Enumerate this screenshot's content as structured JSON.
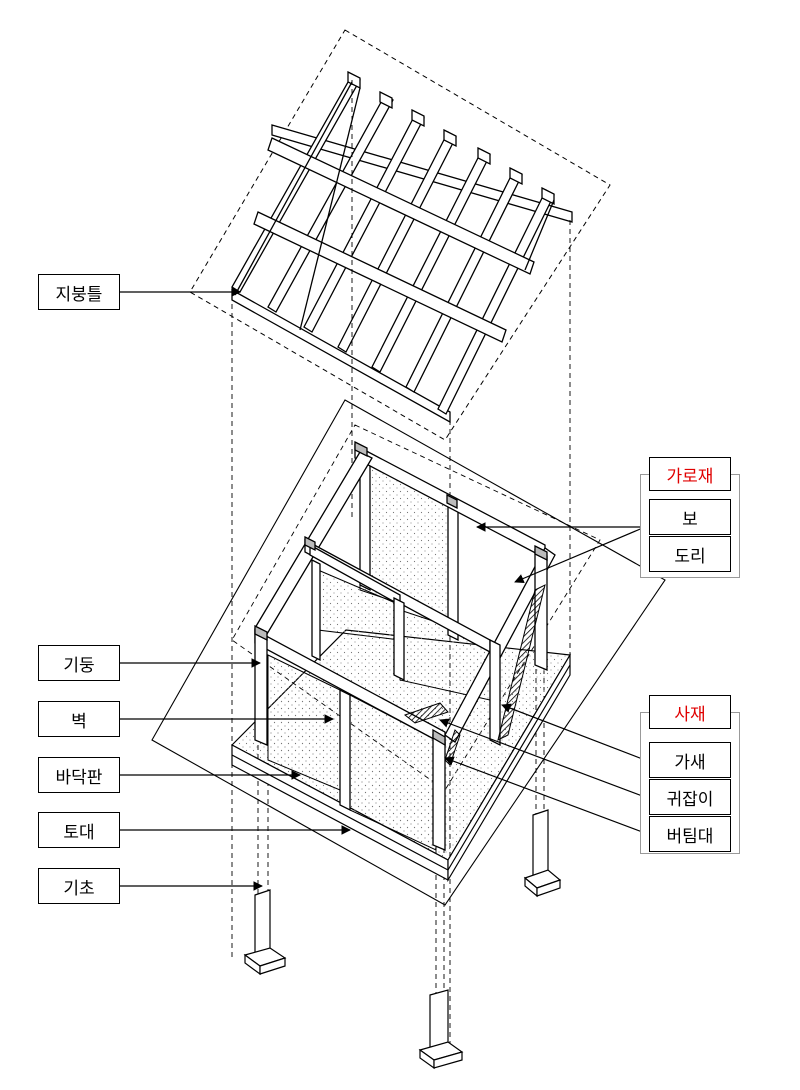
{
  "labels_left": {
    "roof": "지붕틀",
    "column": "기둥",
    "wall": "벽",
    "floor": "바닥판",
    "sill": "토대",
    "foundation": "기초"
  },
  "group_horizontal": {
    "title": "가로재",
    "items": [
      "보",
      "도리"
    ]
  },
  "group_diagonal": {
    "title": "사재",
    "items": [
      "가새",
      "귀잡이",
      "버팀대"
    ]
  },
  "colors": {
    "group_title": "#e00000",
    "line": "#000000",
    "group_frame": "#bbbbbb"
  }
}
